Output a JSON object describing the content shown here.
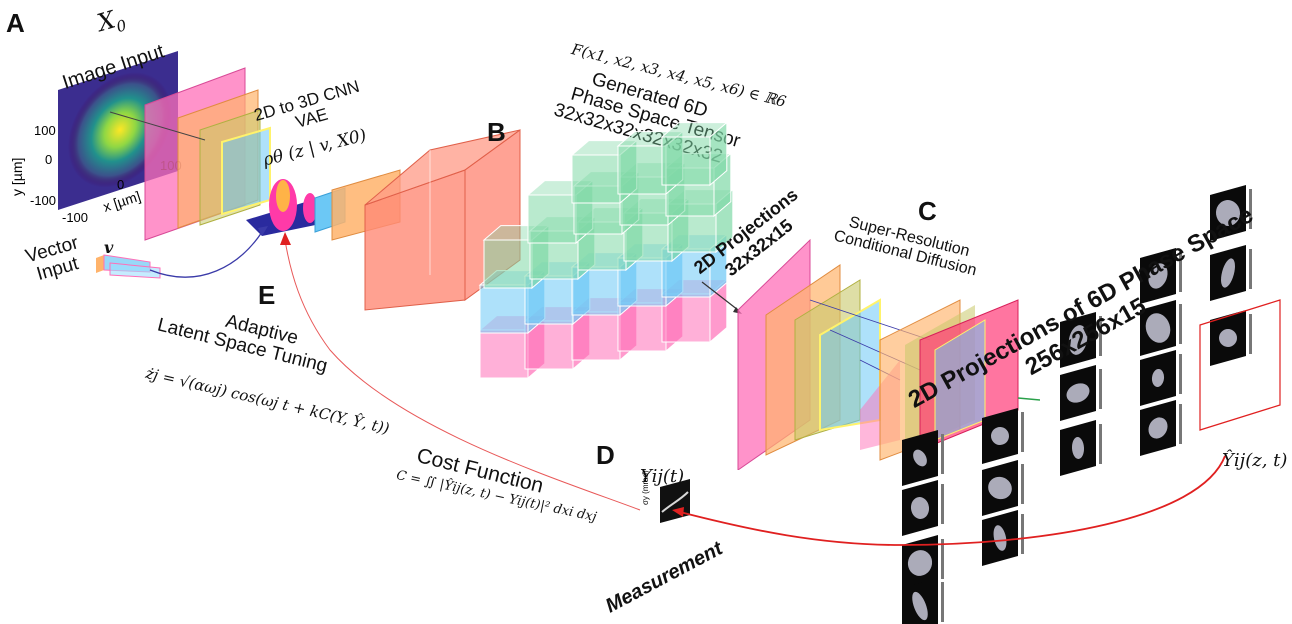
{
  "panels": {
    "a": {
      "letter": "A",
      "x0": "X",
      "x0_sub": "0",
      "title": "Image Input",
      "ylabel": "y [µm]",
      "xlabel": "x [µm]",
      "yticks": [
        "100",
        "0",
        "-100"
      ],
      "xticks": [
        "-100",
        "0",
        "100"
      ]
    },
    "vae": {
      "line1": "2D to 3D CNN",
      "line2": "VAE",
      "posterior": "ρθ (z | v, X0)"
    },
    "vector": {
      "line1": "Vector",
      "line2": "Input",
      "symbol": "v"
    },
    "b": {
      "letter": "B",
      "func": "F(x1, x2, x3, x4, x5, x6) ∈ ℝ6",
      "line1": "Generated 6D",
      "line2": "Phase Space Tensor",
      "line3": "32x32x32x32x32x32"
    },
    "proj": {
      "line1": "2D Projections",
      "line2": "32x32x15"
    },
    "c": {
      "letter": "C",
      "line1": "Super-Resolution",
      "line2": "Conditional Diffusion",
      "big1": "2D Projections of 6D Phase Space",
      "big2": "256x256x15",
      "yhat": "Ŷij(z, t)"
    },
    "d": {
      "letter": "D",
      "yij": "Yij(t)",
      "measurement": "Measurement"
    },
    "cost": {
      "title": "Cost Function",
      "formula": "C = ∬ |Ŷij(z, t) − Yij(t)|² dxi dxj"
    },
    "e": {
      "letter": "E",
      "line1": "Adaptive",
      "line2": "Latent Space Tuning",
      "formula": "żj = √(αωj) cos(ωj t + kC(Y, Ŷ, t))"
    }
  },
  "colors": {
    "pink": "#ff6fb8",
    "orange": "#ffb36b",
    "yellow": "#fff36b",
    "blue": "#6cc8f5",
    "green": "#7fd8a6",
    "salmon": "#ff6f5e",
    "arrow_red": "#e02020",
    "arrow_blue": "#3a3aa8"
  }
}
